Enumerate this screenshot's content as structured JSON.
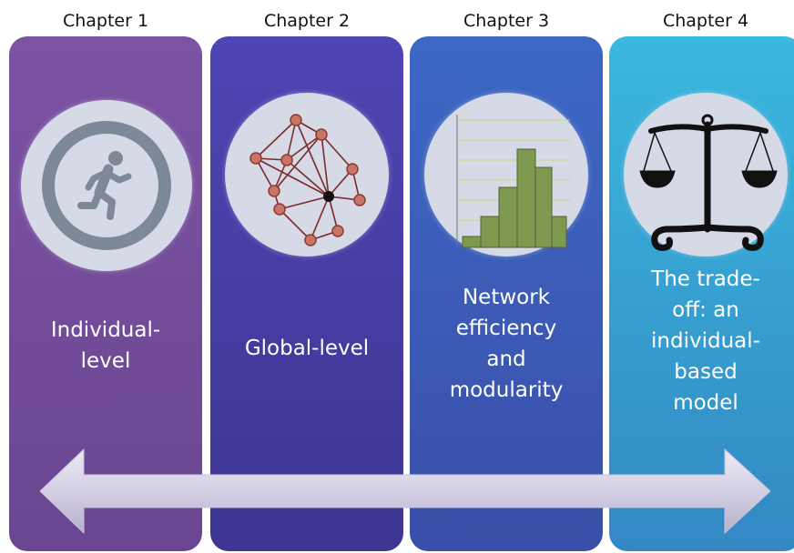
{
  "chapters": [
    {
      "header": "Chapter 1",
      "icon": "running-person-icon",
      "label_lines": [
        "Individual-",
        "level"
      ]
    },
    {
      "header": "Chapter 2",
      "icon": "network-graph-icon",
      "label_lines": [
        "Global-level"
      ]
    },
    {
      "header": "Chapter 3",
      "icon": "histogram-icon",
      "label_lines": [
        "Network",
        "efficiency",
        "and",
        "modularity"
      ]
    },
    {
      "header": "Chapter 4",
      "icon": "balance-scale-icon",
      "label_lines": [
        "The trade-",
        "off: an",
        "individual-",
        "based",
        "model"
      ]
    }
  ],
  "colors": {
    "panel_1": "#74509c",
    "panel_2": "#4640a5",
    "panel_3": "#3c5fb8",
    "panel_4": "#37a3d2",
    "circle": "#d6d9e6",
    "arrow": "#d4d0e3"
  },
  "arrow": {
    "icon": "double-headed-arrow-icon"
  }
}
